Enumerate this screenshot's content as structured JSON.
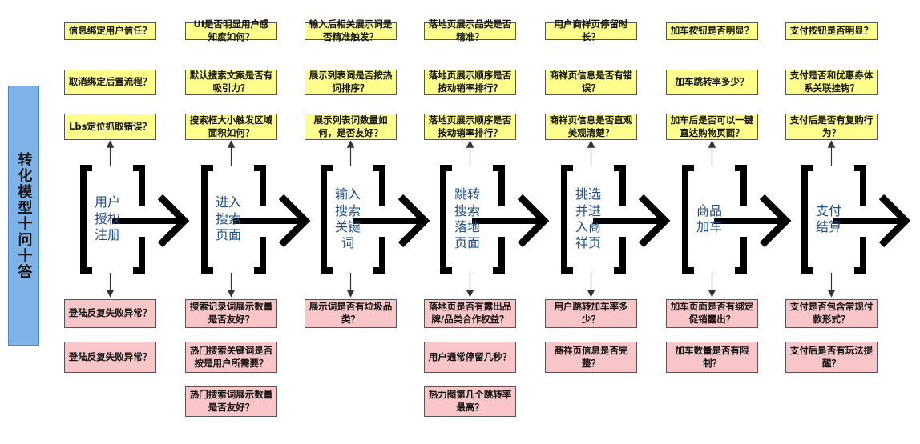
{
  "side_title": "转化模型十问十答",
  "stages": [
    {
      "label": "用户授权注册",
      "top": [
        "信息绑定用户信任？",
        "取消绑定后置流程？",
        "Lbs定位抓取错误？"
      ],
      "bottom": [
        "登陆反复失败异常？",
        "登陆反复失败异常？"
      ]
    },
    {
      "label": "进入搜索页面",
      "top": [
        "UI是否明显用户感知度如何？",
        "默认搜索文案是否有吸引力？",
        "搜索框大小触发区域面积如何？"
      ],
      "bottom": [
        "搜索记录词展示数量是否友好？",
        "热门搜索关键词是否按是用户所需要？",
        "热门搜索词展示数量是否友好？"
      ]
    },
    {
      "label": "输入搜索关键词",
      "top": [
        "输入后相关展示词是否精准触发？",
        "展示列表词是否按热词排序？",
        "展示列表词数量如何，是否友好？"
      ],
      "bottom": [
        "展示词是否有垃圾品类？"
      ]
    },
    {
      "label": "跳转搜索落地页面",
      "top": [
        "落地页展示品类是否精准？",
        "落地页展示顺序是否按动销率排行？",
        "落地页展示顺序是否按动销率排行？"
      ],
      "bottom": [
        "落地页是否有露出品牌/品类合作权益？",
        "用户通常停留几秒？",
        "热力图第几个跳转率最高？"
      ]
    },
    {
      "label": "挑选并进入商祥页",
      "top": [
        "用户商祥页停留时长？",
        "商祥页信息是否有错误？",
        "商祥页信息是否直观美观清楚？"
      ],
      "bottom": [
        "用户跳转加车率多少？",
        "商祥页信息是否完整？"
      ]
    },
    {
      "label": "商品加车",
      "top": [
        "加车按钮是否明显？",
        "加车跳转率多少？",
        "加车后是否可以一键直达购物页面？"
      ],
      "bottom": [
        "加车页面是否有绑定促销露出？",
        "加车数量是否有限制？"
      ]
    },
    {
      "label": "支付结算",
      "top": [
        "支付按钮是否明显？",
        "支付是否和优惠券体系关联挂钩？",
        "支付后是否有复购行为？"
      ],
      "bottom": [
        "支付是否包含常规付款形式？",
        "支付后是否有玩法提醒？"
      ]
    }
  ]
}
